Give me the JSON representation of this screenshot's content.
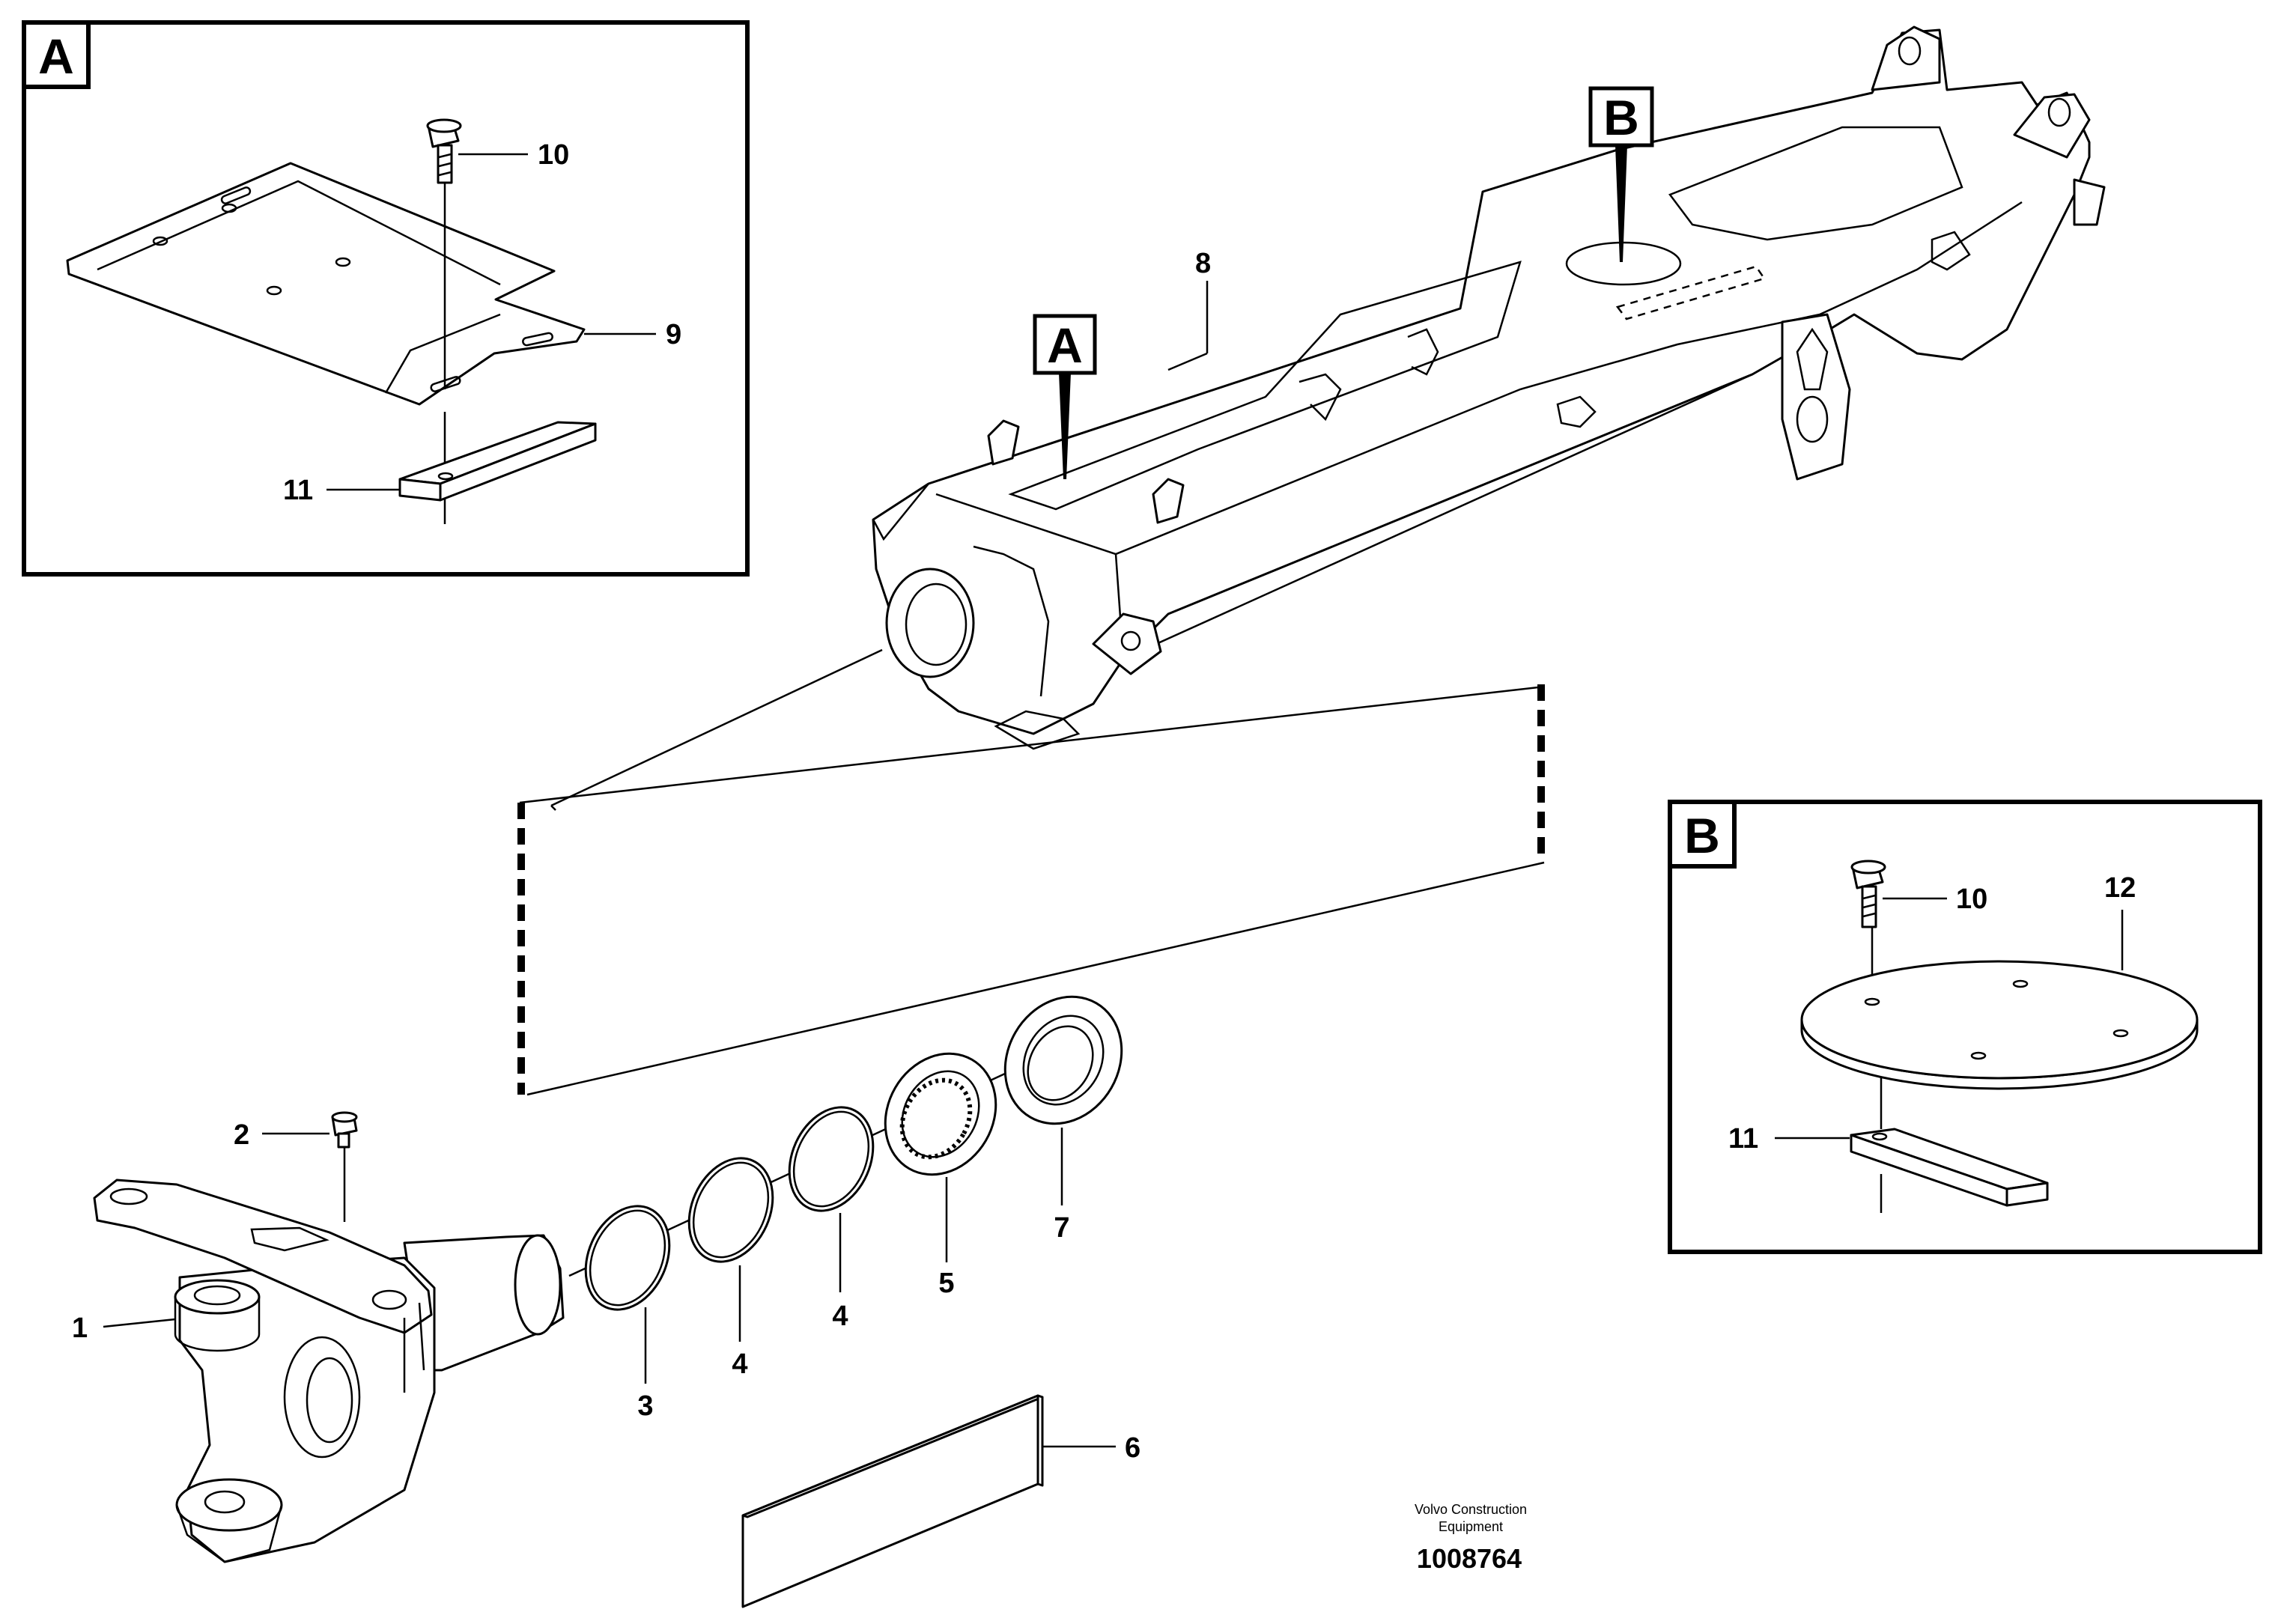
{
  "detail_a": {
    "letter": "A",
    "labels": {
      "bolt": "10",
      "plate": "9",
      "spacer": "11"
    }
  },
  "detail_b": {
    "letter": "B",
    "labels": {
      "bolt": "10",
      "disc": "12",
      "spacer": "11"
    }
  },
  "frame_callouts": {
    "a": "A",
    "b": "B"
  },
  "parts": {
    "p1": "1",
    "p2": "2",
    "p3": "3",
    "p4a": "4",
    "p4b": "4",
    "p5": "5",
    "p6": "6",
    "p7": "7",
    "p8": "8"
  },
  "footer": {
    "company_line1": "Volvo Construction",
    "company_line2": "Equipment",
    "drawing_number": "1008764"
  }
}
